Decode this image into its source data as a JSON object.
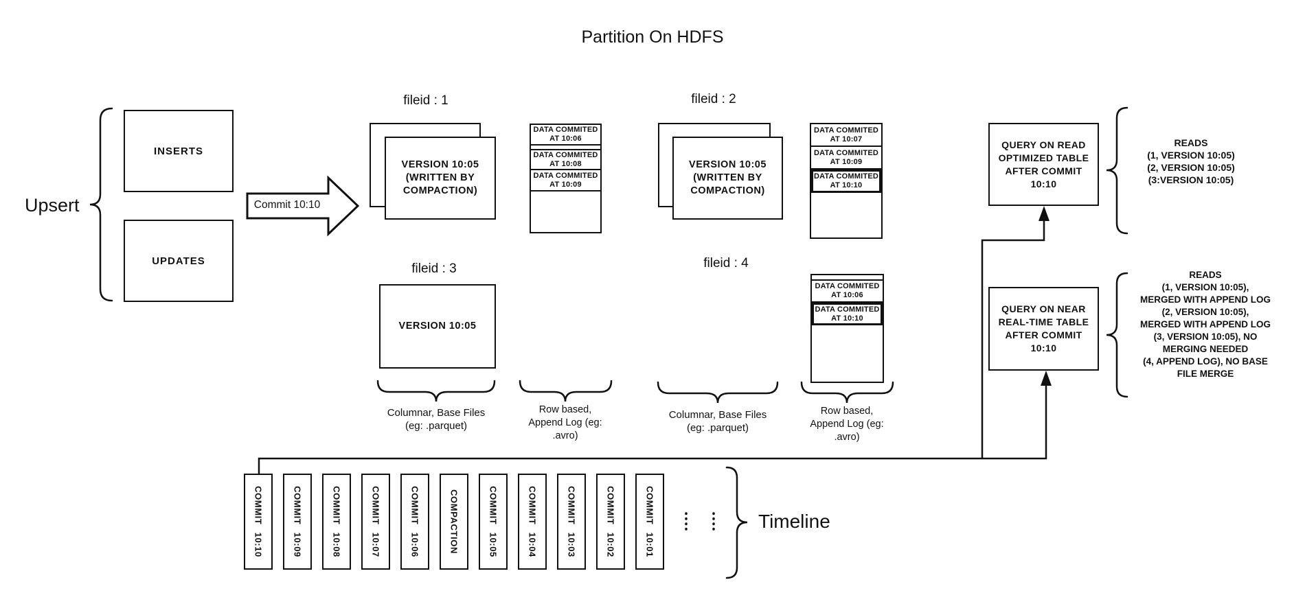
{
  "title": "Partition On HDFS",
  "upsert": {
    "label": "Upsert",
    "inserts": "INSERTS",
    "updates": "UPDATES"
  },
  "arrow": {
    "label": "Commit 10:10"
  },
  "fileids": {
    "f1": {
      "label": "fileid : 1",
      "lines": [
        "VERSION 10:05",
        "(WRITTEN BY",
        "COMPACTION)"
      ]
    },
    "f2": {
      "label": "fileid : 2",
      "lines": [
        "VERSION 10:05",
        "(WRITTEN BY",
        "COMPACTION)"
      ]
    },
    "f3": {
      "label": "fileid : 3",
      "lines": [
        "VERSION 10:05"
      ]
    },
    "f4": {
      "label": "fileid : 4"
    }
  },
  "logs": {
    "log1": {
      "cells": [
        {
          "l1": "DATA COMMITED",
          "l2": "AT 10:06"
        },
        {
          "l1": "DATA COMMITED",
          "l2": "AT 10:08"
        },
        {
          "l1": "DATA COMMITED",
          "l2": "AT 10:09"
        }
      ]
    },
    "log2": {
      "cells": [
        {
          "l1": "DATA COMMITED",
          "l2": "AT 10:07"
        },
        {
          "l1": "DATA COMMITED",
          "l2": "AT 10:09"
        },
        {
          "l1": "DATA COMMITED",
          "l2": "AT 10:10"
        }
      ]
    },
    "log3": {
      "cells": [
        {
          "l1": "DATA COMMITED",
          "l2": "AT 10:06"
        },
        {
          "l1": "DATA COMMITED",
          "l2": "AT 10:10"
        }
      ]
    }
  },
  "brace_labels": {
    "columnar": {
      "line1": "Columnar, Base Files",
      "line2": "(eg: .parquet)"
    },
    "rowbased": {
      "line1": "Row based,",
      "line2": "Append Log  (eg:",
      "line3": ".avro)"
    }
  },
  "queries": {
    "read_optimized": {
      "lines": [
        "QUERY ON READ",
        "OPTIMIZED TABLE",
        "AFTER COMMIT",
        "10:10"
      ],
      "reads": [
        "READS",
        "(1, VERSION 10:05)",
        "(2, VERSION 10:05)",
        "(3:VERSION 10:05)"
      ]
    },
    "near_realtime": {
      "lines": [
        "QUERY ON NEAR",
        "REAL-TIME TABLE",
        "AFTER COMMIT",
        "10:10"
      ],
      "reads": [
        "READS",
        "(1, VERSION 10:05),",
        "MERGED WITH APPEND LOG",
        "(2, VERSION 10:05),",
        "MERGED WITH APPEND LOG",
        "(3, VERSION 10:05), NO",
        "MERGING NEEDED",
        "(4, APPEND LOG), NO BASE",
        "FILE MERGE"
      ]
    }
  },
  "timeline": {
    "label": "Timeline",
    "items": [
      "COMMIT 10:10",
      "COMMIT 10:09",
      "COMMIT 10:08",
      "COMMIT 10:07",
      "COMMIT 10:06",
      "COMPACTION",
      "COMMIT 10:05",
      "COMMIT 10:04",
      "COMMIT 10:03",
      "COMMIT 10:02",
      "COMMIT 10:01"
    ]
  },
  "colors": {
    "ink": "#111111",
    "background": "#ffffff"
  }
}
